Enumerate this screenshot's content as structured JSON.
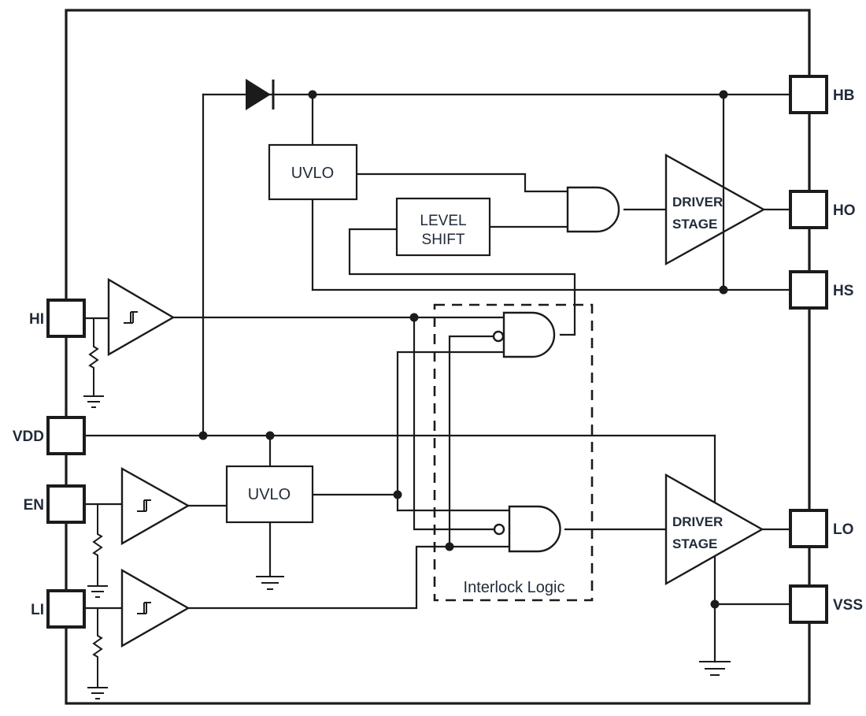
{
  "colors": {
    "line": "#1b1b1b",
    "text": "#222b3a",
    "background": "#ffffff"
  },
  "pins": {
    "left": [
      {
        "id": "hi",
        "label": "HI"
      },
      {
        "id": "vdd",
        "label": "VDD"
      },
      {
        "id": "en",
        "label": "EN"
      },
      {
        "id": "li",
        "label": "LI"
      }
    ],
    "right": [
      {
        "id": "hb",
        "label": "HB"
      },
      {
        "id": "ho",
        "label": "HO"
      },
      {
        "id": "hs",
        "label": "HS"
      },
      {
        "id": "lo",
        "label": "LO"
      },
      {
        "id": "vss",
        "label": "VSS"
      }
    ]
  },
  "blocks": {
    "uvlo_high": {
      "label": "UVLO"
    },
    "uvlo_low": {
      "label": "UVLO"
    },
    "level_shift": {
      "line1": "LEVEL",
      "line2": "SHIFT"
    },
    "driver_high": {
      "line1": "DRIVER",
      "line2": "STAGE"
    },
    "driver_low": {
      "line1": "DRIVER",
      "line2": "STAGE"
    },
    "interlock": {
      "label": "Interlock Logic"
    }
  }
}
